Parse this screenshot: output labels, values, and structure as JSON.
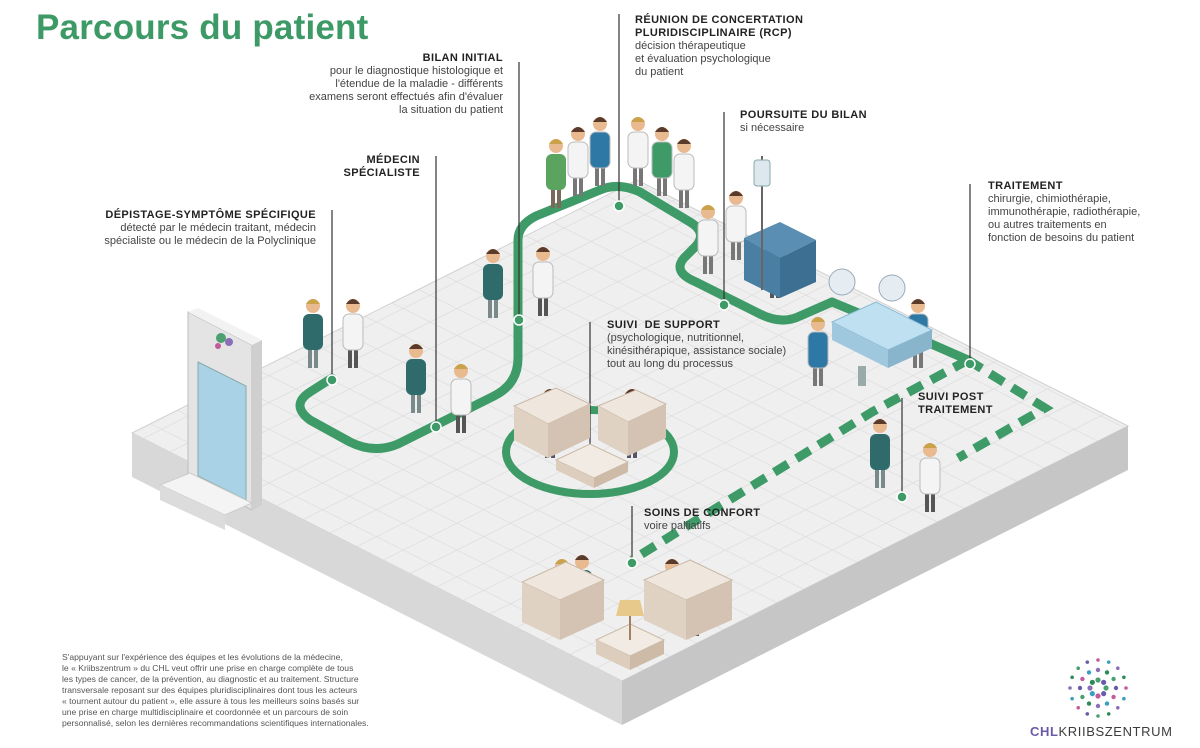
{
  "title": "Parcours du patient",
  "labels": {
    "depistage": {
      "title": "DÉPISTAGE-SYMPTÔME SPÉCIFIQUE",
      "desc": "détecté par le médecin traitant, médecin\nspécialiste ou le médecin de la Polyclinique"
    },
    "medecin": {
      "title": "MÉDECIN\nSPÉCIALISTE"
    },
    "bilan": {
      "title": "BILAN INITIAL",
      "desc": "pour le diagnostique histologique et\nl'étendue de la maladie - différents\nexamens seront effectués afin d'évaluer\nla situation du patient"
    },
    "rcp": {
      "title": "RÉUNION DE CONCERTATION\nPLURIDISCIPLINAIRE (RCP)",
      "desc": "décision thérapeutique\net évaluation psychologique\ndu patient"
    },
    "poursuite": {
      "title": "POURSUITE DU BILAN",
      "desc": "si nécessaire"
    },
    "traitement": {
      "title": "TRAITEMENT",
      "desc": "chirurgie, chimiothérapie,\nimmunothérapie, radiothérapie,\nou autres traitements en\nfonction de besoins du patient"
    },
    "support": {
      "title": "SUIVI  DE SUPPORT",
      "desc": "(psychologique, nutritionnel,\nkinésithérapique, assistance sociale)\ntout au long du processus"
    },
    "suivi_post": {
      "title": "SUIVI POST\nTRAITEMENT"
    },
    "confort": {
      "title": "SOINS DE CONFORT",
      "desc": "voire palliatifs"
    }
  },
  "footnote": "S'appuyant sur l'expérience des équipes et les évolutions de la médecine,\nle « Kriibszentrum » du CHL veut offrir une prise en charge complète de tous\nles types de cancer, de la prévention, au diagnostic et au traitement. Structure\ntransversale reposant sur des équipes pluridisciplinaires dont tous les acteurs\n« tournent  autour du patient », elle assure à tous les meilleurs soins basés sur\nune prise en charge multidisciplinaire et coordonnée et un parcours de soin\npersonnalisé, selon les dernières recommandations scientifiques internationales.",
  "logo": {
    "chl": "CHL",
    "name": "KRIIBSZENTRUM"
  },
  "colors": {
    "green": "#3d9a67",
    "path": "#3e9b68",
    "floor": "#eeeeee",
    "grid": "#dcdcdc",
    "purple": "#6c5aa8"
  }
}
